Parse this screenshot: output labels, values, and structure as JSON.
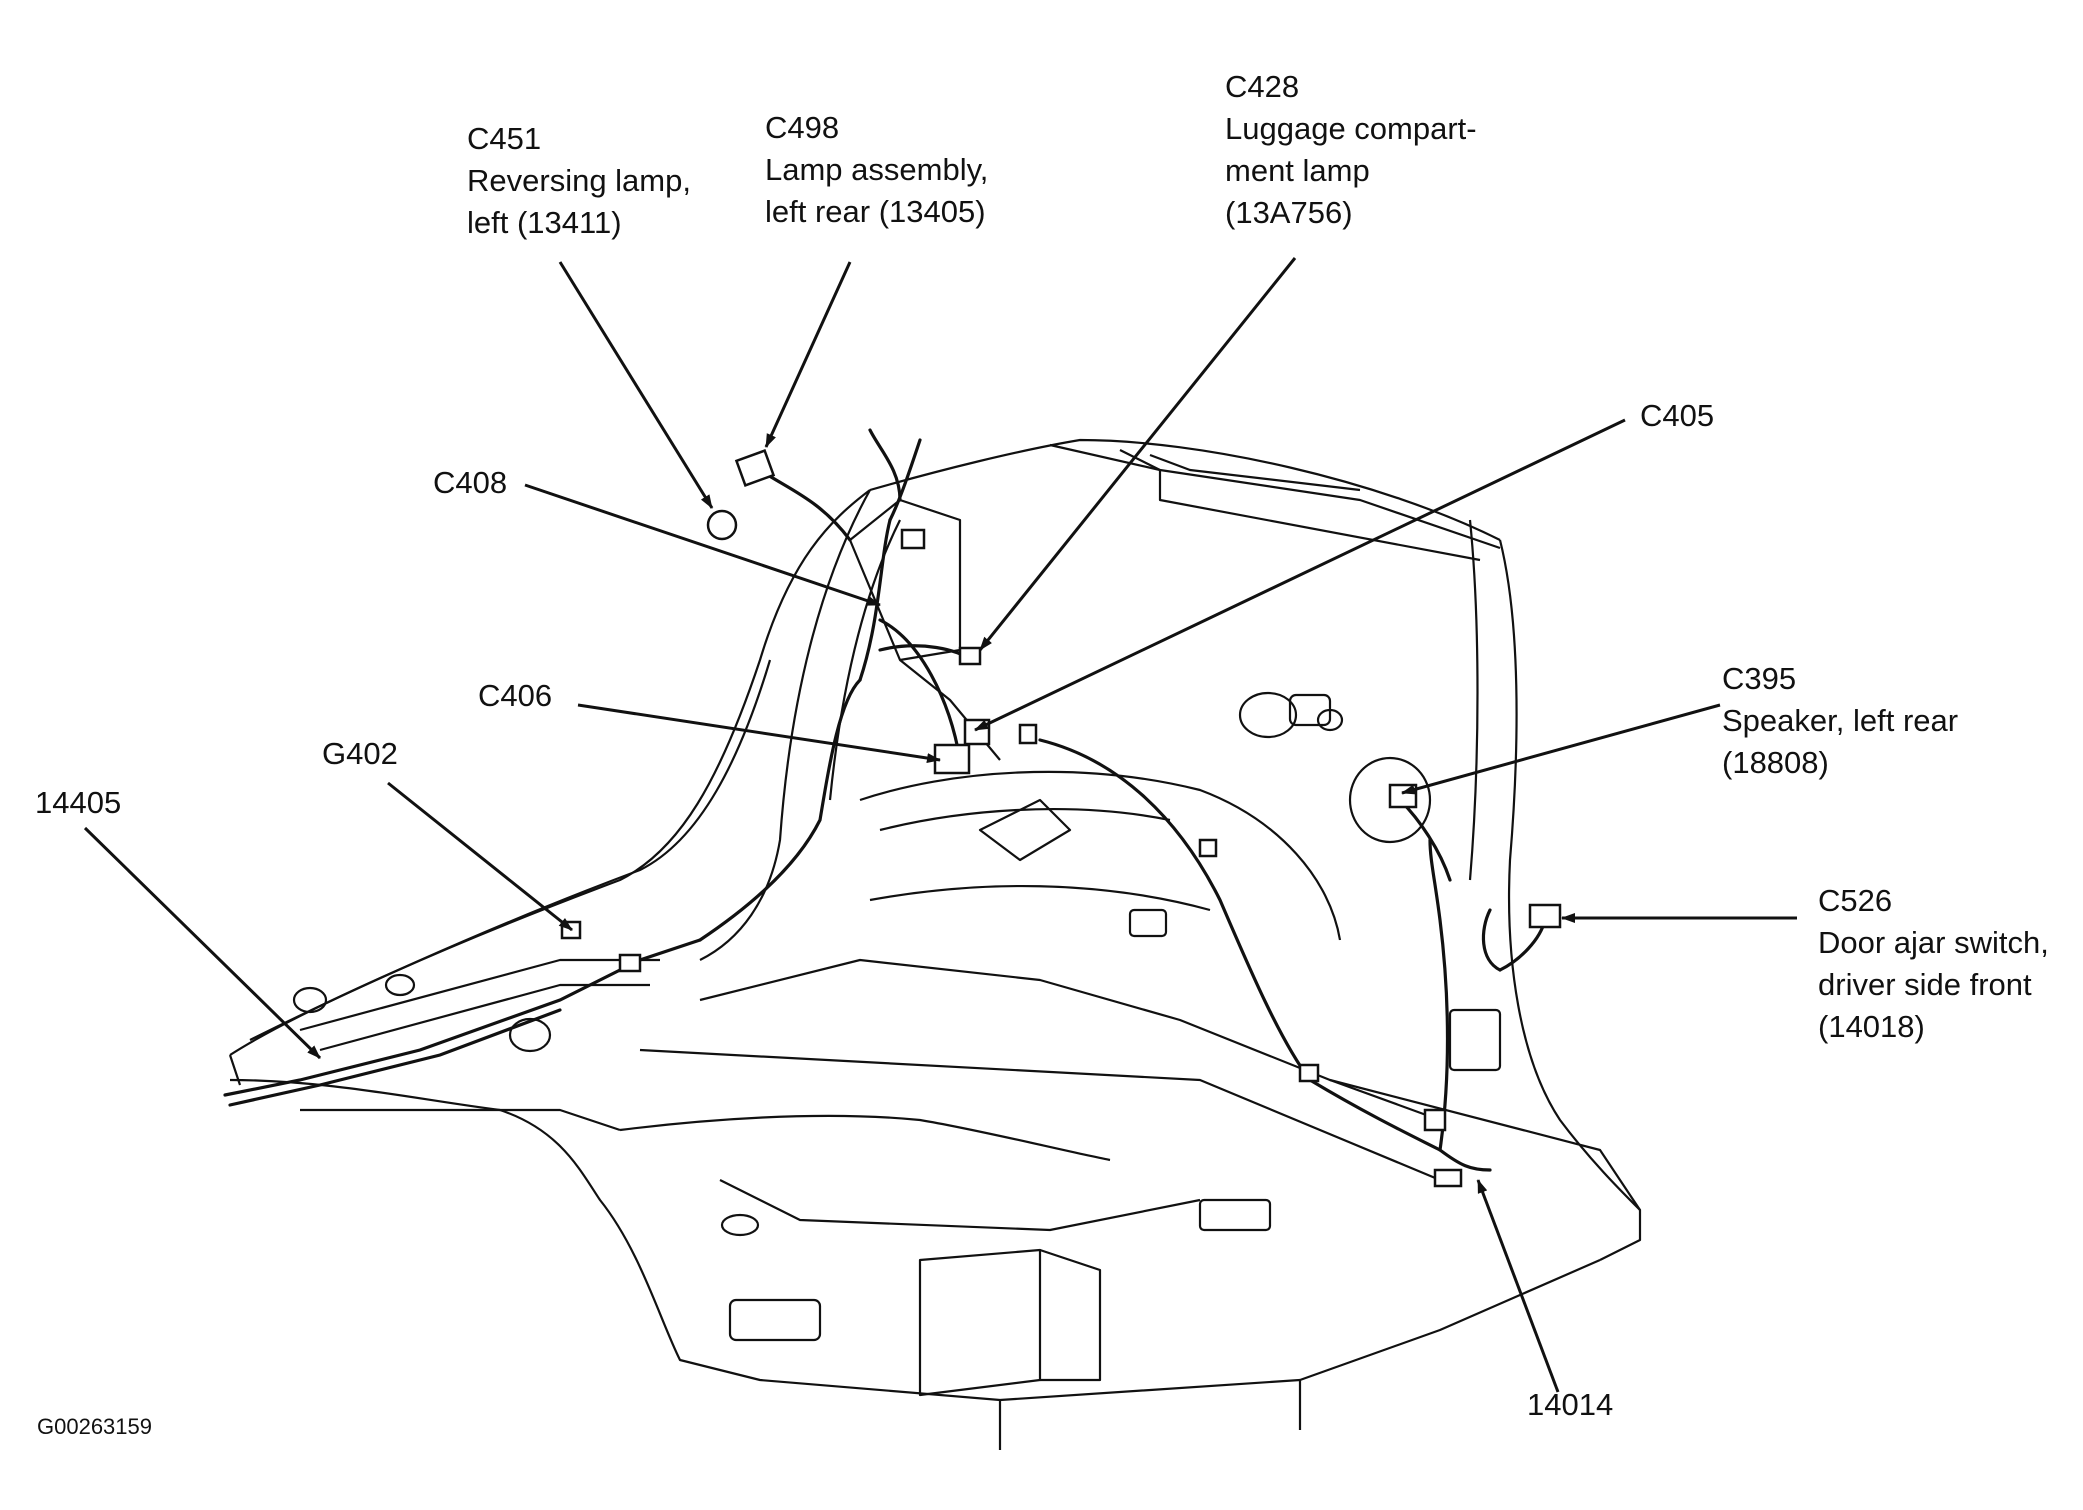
{
  "figure_id": "G00263159",
  "colors": {
    "line": "#111111",
    "background": "#ffffff",
    "fill": "#ffffff"
  },
  "callouts": {
    "c451": {
      "code": "C451",
      "desc": [
        "Reversing lamp,",
        "left (13411)"
      ]
    },
    "c498": {
      "code": "C498",
      "desc": [
        "Lamp assembly,",
        "left rear (13405)"
      ]
    },
    "c428": {
      "code": "C428",
      "desc": [
        "Luggage compart-",
        "ment lamp",
        "(13A756)"
      ]
    },
    "c405": {
      "code": "C405",
      "desc": []
    },
    "c408": {
      "code": "C408",
      "desc": []
    },
    "c406": {
      "code": "C406",
      "desc": []
    },
    "g402": {
      "code": "G402",
      "desc": []
    },
    "n14405": {
      "code": "14405",
      "desc": []
    },
    "c395": {
      "code": "C395",
      "desc": [
        "Speaker, left rear",
        "(18808)"
      ]
    },
    "c526": {
      "code": "C526",
      "desc": [
        "Door ajar switch,",
        "driver side front",
        "(14018)"
      ]
    },
    "n14014": {
      "code": "14014",
      "desc": []
    }
  }
}
